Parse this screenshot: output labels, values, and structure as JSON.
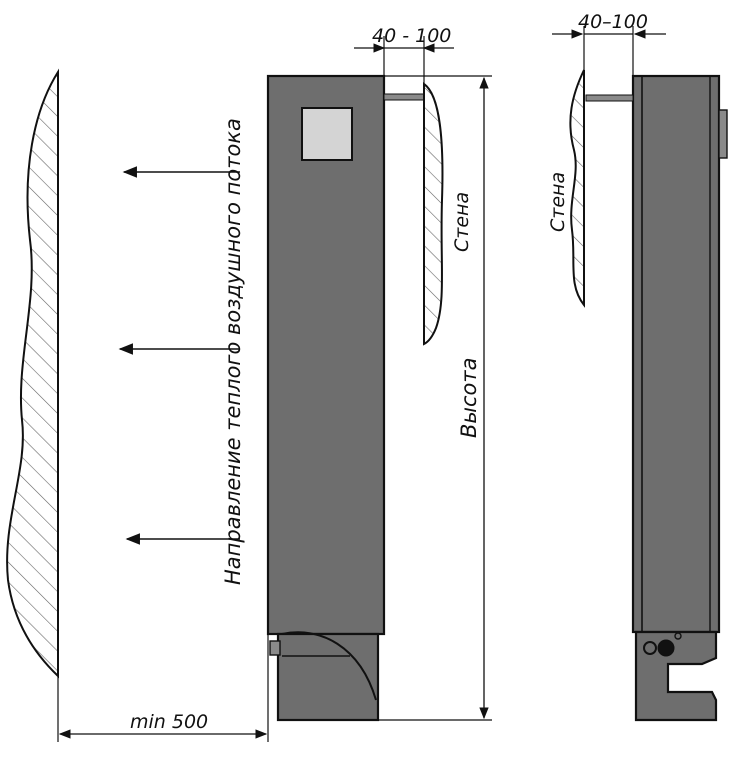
{
  "labels": {
    "gap_top_front": "40 - 100",
    "gap_top_side": "40–100",
    "wall_front": "Стена",
    "wall_side": "Стена",
    "height": "Высота",
    "airflow_direction": "Направление теплого воздушного потока",
    "min_distance": "min 500"
  },
  "colors": {
    "body": "#6e6e6e",
    "body_dark": "#555555",
    "outline": "#111111",
    "panel": "#d4d4d4",
    "hatch": "#666666"
  },
  "icons": {
    "airflow_arrow": "arrow-left",
    "dimension_arrow": "arrow-head"
  }
}
